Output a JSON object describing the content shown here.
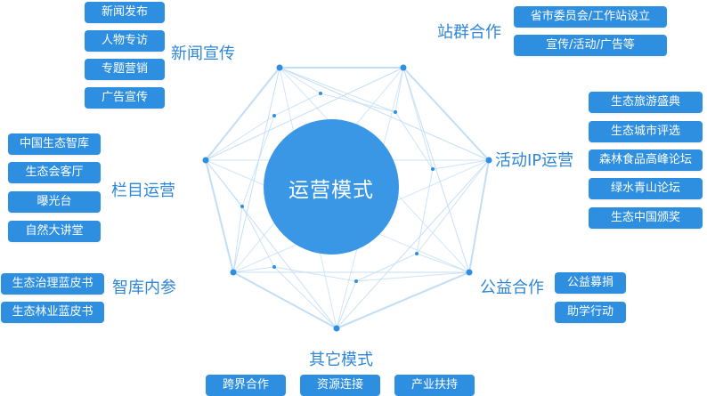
{
  "center": {
    "title": "运营模式"
  },
  "news": {
    "label": "新闻宣传",
    "items": [
      "新闻发布",
      "人物专访",
      "专题营销",
      "广告宣传"
    ]
  },
  "station": {
    "label": "站群合作",
    "items": [
      "省市委员会/工作站设立",
      "宣传/活动/广告等"
    ]
  },
  "column": {
    "label": "栏目运营",
    "items": [
      "中国生态智库",
      "生态会客厅",
      "曝光台",
      "自然大讲堂"
    ]
  },
  "activity": {
    "label": "活动IP运营",
    "items": [
      "生态旅游盛典",
      "生态城市评选",
      "森林食品高峰论坛",
      "绿水青山论坛",
      "生态中国颁奖"
    ]
  },
  "think": {
    "label": "智库内参",
    "items": [
      "生态治理蓝皮书",
      "生态林业蓝皮书"
    ]
  },
  "welfare": {
    "label": "公益合作",
    "items": [
      "公益募捐",
      "助学行动"
    ]
  },
  "other": {
    "label": "其它模式",
    "items": [
      "跨界合作",
      "资源连接",
      "产业扶持"
    ]
  },
  "colors": {
    "accent": "#2e8ee0",
    "center": "#3a97e6",
    "line": "#bfdcf5",
    "label": "#2e86d6"
  }
}
